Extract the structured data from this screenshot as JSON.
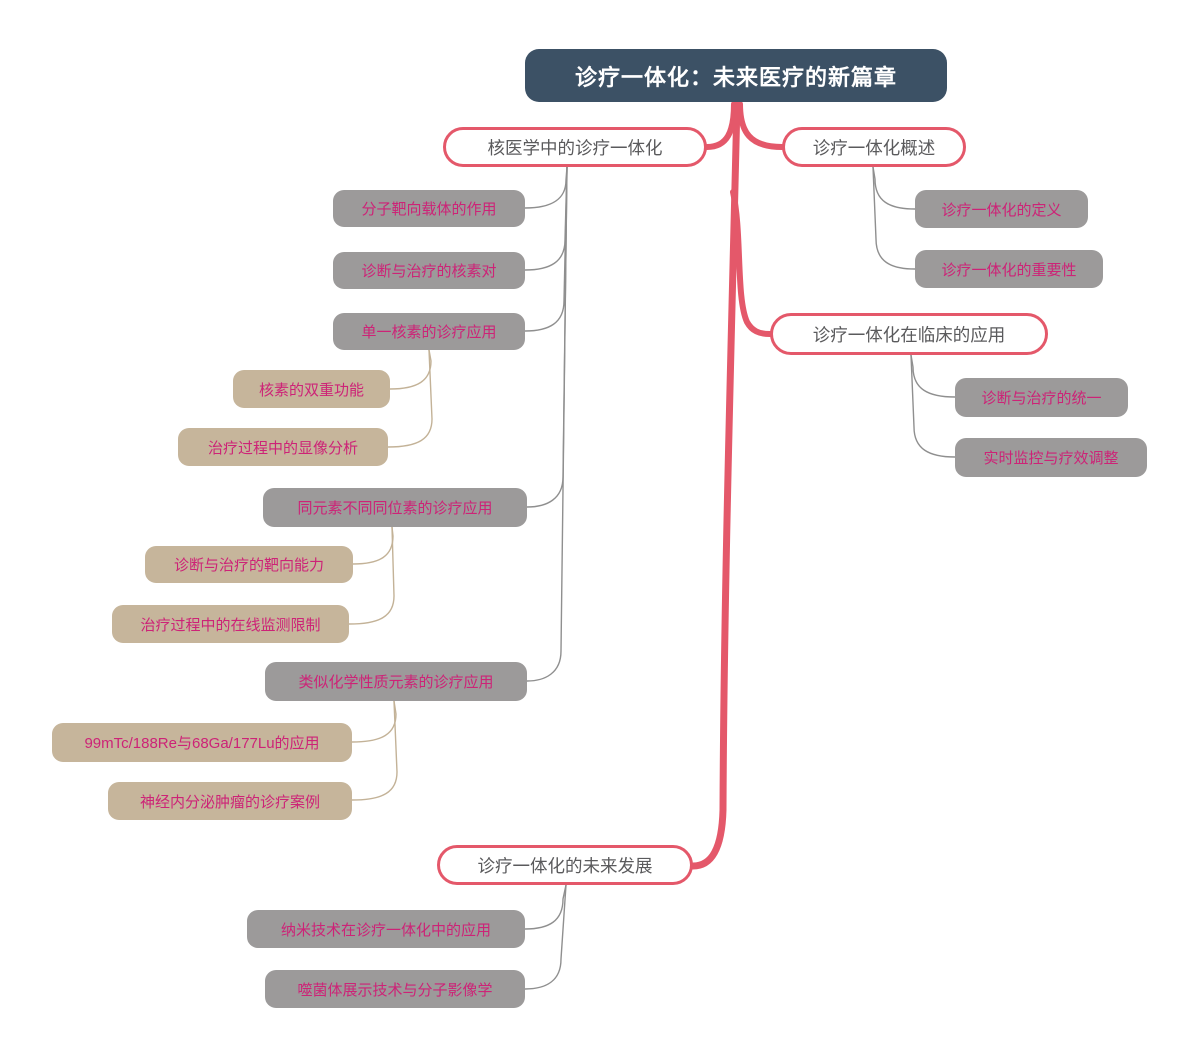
{
  "colors": {
    "root_bg": "#3c5165",
    "root_text": "#ffffff",
    "branch_red": "#e4586a",
    "topic_bg": "#ffffff",
    "topic_text": "#5a5a5c",
    "sub_bg": "#9c9a9a",
    "leaf_bg": "#c6b59b",
    "accent_text": "#cd2377",
    "connector_gray": "#8f8f8f",
    "connector_tan": "#c3b297"
  },
  "mindmap": {
    "root": {
      "label": "诊疗一体化：未来医疗的新篇章"
    },
    "topics": [
      {
        "label": "核医学中的诊疗一体化",
        "children": [
          {
            "label": "分子靶向载体的作用",
            "children": []
          },
          {
            "label": "诊断与治疗的核素对",
            "children": []
          },
          {
            "label": "单一核素的诊疗应用",
            "children": [
              {
                "label": "核素的双重功能"
              },
              {
                "label": "治疗过程中的显像分析"
              }
            ]
          },
          {
            "label": "同元素不同同位素的诊疗应用",
            "children": [
              {
                "label": "诊断与治疗的靶向能力"
              },
              {
                "label": "治疗过程中的在线监测限制"
              }
            ]
          },
          {
            "label": "类似化学性质元素的诊疗应用",
            "children": [
              {
                "label": "99mTc/188Re与68Ga/177Lu的应用"
              },
              {
                "label": "神经内分泌肿瘤的诊疗案例"
              }
            ]
          }
        ]
      },
      {
        "label": "诊疗一体化概述",
        "children": [
          {
            "label": "诊疗一体化的定义",
            "children": []
          },
          {
            "label": "诊疗一体化的重要性",
            "children": []
          }
        ]
      },
      {
        "label": "诊疗一体化在临床的应用",
        "children": [
          {
            "label": "诊断与治疗的统一",
            "children": []
          },
          {
            "label": "实时监控与疗效调整",
            "children": []
          }
        ]
      },
      {
        "label": "诊疗一体化的未来发展",
        "children": [
          {
            "label": "纳米技术在诊疗一体化中的应用",
            "children": []
          },
          {
            "label": "噬菌体展示技术与分子影像学",
            "children": []
          }
        ]
      }
    ]
  }
}
